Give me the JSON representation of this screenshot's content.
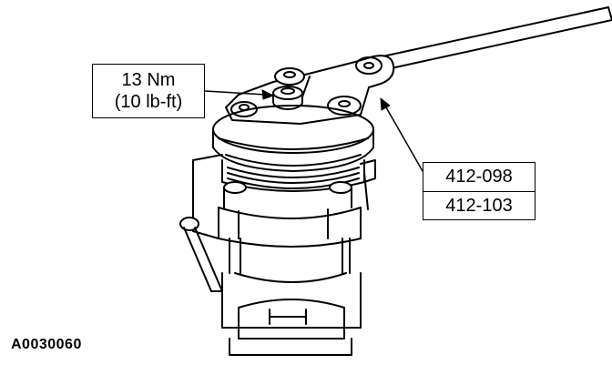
{
  "torque_callout": {
    "metric": "13 Nm",
    "imperial": "(10 lb-ft)"
  },
  "tool_callout": {
    "tools": [
      "412-098",
      "412-103"
    ]
  },
  "figure_id": "A0030060",
  "colors": {
    "line": "#000000",
    "background": "#ffffff"
  }
}
